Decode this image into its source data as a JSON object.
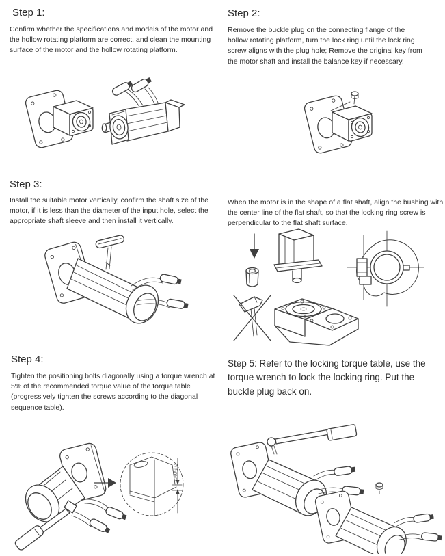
{
  "document": {
    "background": "#ffffff",
    "heading_color": "#2b2b2b",
    "body_color": "#2e2e2e",
    "line_color": "#3f3f3f"
  },
  "steps": [
    {
      "id": "step1",
      "heading": "Step 1:",
      "body": "Confirm whether the specifications and models of the motor and the hollow rotating platform are correct, and clean the mounting surface of the motor and the hollow rotating platform."
    },
    {
      "id": "step2",
      "heading": "Step 2:",
      "body": "Remove the buckle plug on the connecting flange of the hollow rotating platform, turn the lock ring until the lock ring screw aligns with the plug hole; Remove the original key from the motor shaft and install the balance key if necessary."
    },
    {
      "id": "step3",
      "heading": "Step 3:",
      "body": "Install the suitable motor vertically, confirm the shaft size of the motor, if it is less than the diameter of the input hole, select the appropriate shaft sleeve and then install it vertically."
    },
    {
      "id": "step3_note",
      "heading": "",
      "body": "When the motor is in the shape of a flat shaft, align the bushing with the center line of the flat shaft, so that the locking ring screw is perpendicular to the flat shaft surface."
    },
    {
      "id": "step4",
      "heading": "Step 4:",
      "body": "Tighten the positioning bolts diagonally using a torque wrench at 5% of the recommended torque value of the torque table (progressively tighten the screws according to the diagonal sequence table)."
    },
    {
      "id": "step5",
      "heading": "",
      "body": "Step 5: Refer to the locking torque table, use the torque wrench to lock the locking ring. Put the buckle plug back on."
    }
  ],
  "figures": {
    "step4_detail": {
      "dimension_label": "0.5mm"
    }
  }
}
